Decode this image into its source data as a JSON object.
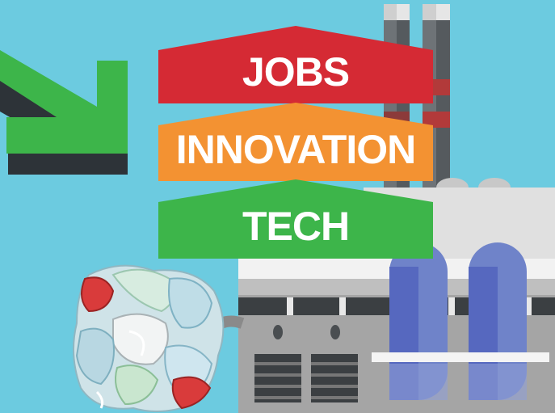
{
  "banners": [
    {
      "label": "JOBS",
      "color": "#d52a34"
    },
    {
      "label": "INNOVATION",
      "color": "#f39232"
    },
    {
      "label": "TECH",
      "color": "#3db54a"
    }
  ],
  "colors": {
    "sky": "#6ccbe0",
    "arrow_green": "#3db54a",
    "arrow_shadow": "#2d3338",
    "factory_gray": "#a5a5a5",
    "tank_blue": "#5a73c4"
  },
  "icons": [
    "down-right-arrow-icon",
    "smokestack-icon",
    "factory-icon",
    "storage-tank-icon",
    "plastic-waste-pile-icon"
  ]
}
